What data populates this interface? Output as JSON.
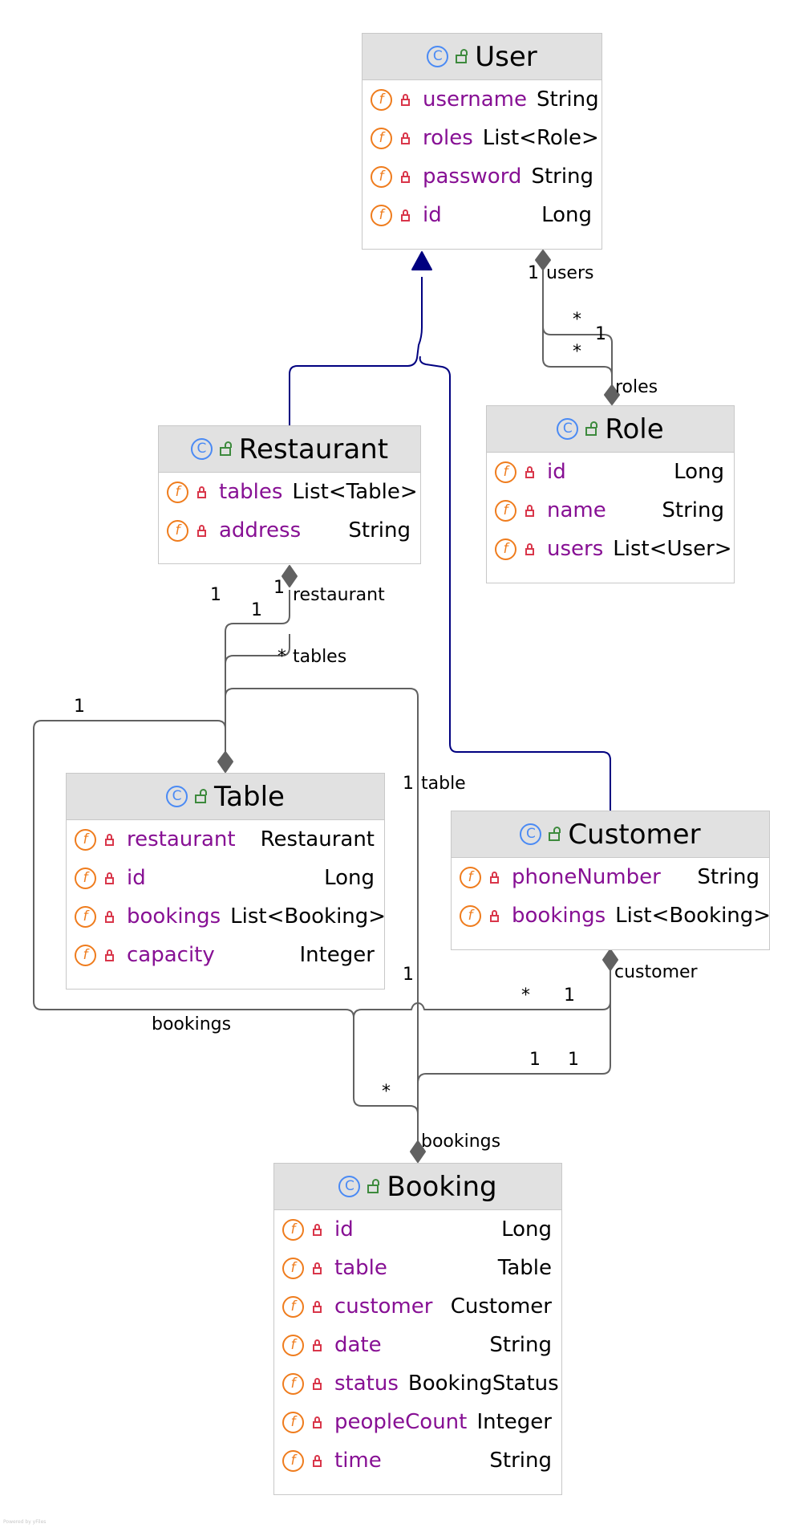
{
  "classes": {
    "user": {
      "name": "User",
      "fields": [
        {
          "name": "username",
          "type": "String"
        },
        {
          "name": "roles",
          "type": "List<Role>"
        },
        {
          "name": "password",
          "type": "String"
        },
        {
          "name": "id",
          "type": "Long"
        }
      ]
    },
    "role": {
      "name": "Role",
      "fields": [
        {
          "name": "id",
          "type": "Long"
        },
        {
          "name": "name",
          "type": "String"
        },
        {
          "name": "users",
          "type": "List<User>"
        }
      ]
    },
    "restaurant": {
      "name": "Restaurant",
      "fields": [
        {
          "name": "tables",
          "type": "List<Table>"
        },
        {
          "name": "address",
          "type": "String"
        }
      ]
    },
    "table": {
      "name": "Table",
      "fields": [
        {
          "name": "restaurant",
          "type": "Restaurant"
        },
        {
          "name": "id",
          "type": "Long"
        },
        {
          "name": "bookings",
          "type": "List<Booking>"
        },
        {
          "name": "capacity",
          "type": "Integer"
        }
      ]
    },
    "customer": {
      "name": "Customer",
      "fields": [
        {
          "name": "phoneNumber",
          "type": "String"
        },
        {
          "name": "bookings",
          "type": "List<Booking>"
        }
      ]
    },
    "booking": {
      "name": "Booking",
      "fields": [
        {
          "name": "id",
          "type": "Long"
        },
        {
          "name": "table",
          "type": "Table"
        },
        {
          "name": "customer",
          "type": "Customer"
        },
        {
          "name": "date",
          "type": "String"
        },
        {
          "name": "status",
          "type": "BookingStatus"
        },
        {
          "name": "peopleCount",
          "type": "Integer"
        },
        {
          "name": "time",
          "type": "String"
        }
      ]
    }
  },
  "labels": {
    "user_role_one": "1",
    "user_role_users": "users",
    "user_role_star_a": "*",
    "user_role_one_b": "1",
    "user_role_star_b": "*",
    "user_role_roles": "roles",
    "rest_one_a": "1",
    "rest_one_b": "1",
    "rest_one_c": "1",
    "rest_restaurant": "restaurant",
    "rest_star": "*",
    "rest_tables": "tables",
    "table_loop_one": "1",
    "table_one": "1",
    "table_table": "table",
    "table_bookings": "bookings",
    "booking_one": "1",
    "cust_star": "*",
    "cust_one_a": "1",
    "cust_customer": "customer",
    "cust_one_b": "1",
    "cust_one_c": "1",
    "booking_star": "*",
    "booking_bookings": "bookings"
  },
  "icons": {
    "class_icon": "C",
    "field_icon": "f"
  },
  "colors": {
    "inheritance": "#000080",
    "association": "#616161",
    "field_name": "#871094",
    "class_icon": "#4a8af4",
    "field_icon": "#ef7c1d",
    "lock_icon": "#d9364a",
    "public_icon": "#3d8a3d",
    "header_bg": "#e1e1e1"
  },
  "footer": {
    "powered": "Powered by yFiles"
  }
}
